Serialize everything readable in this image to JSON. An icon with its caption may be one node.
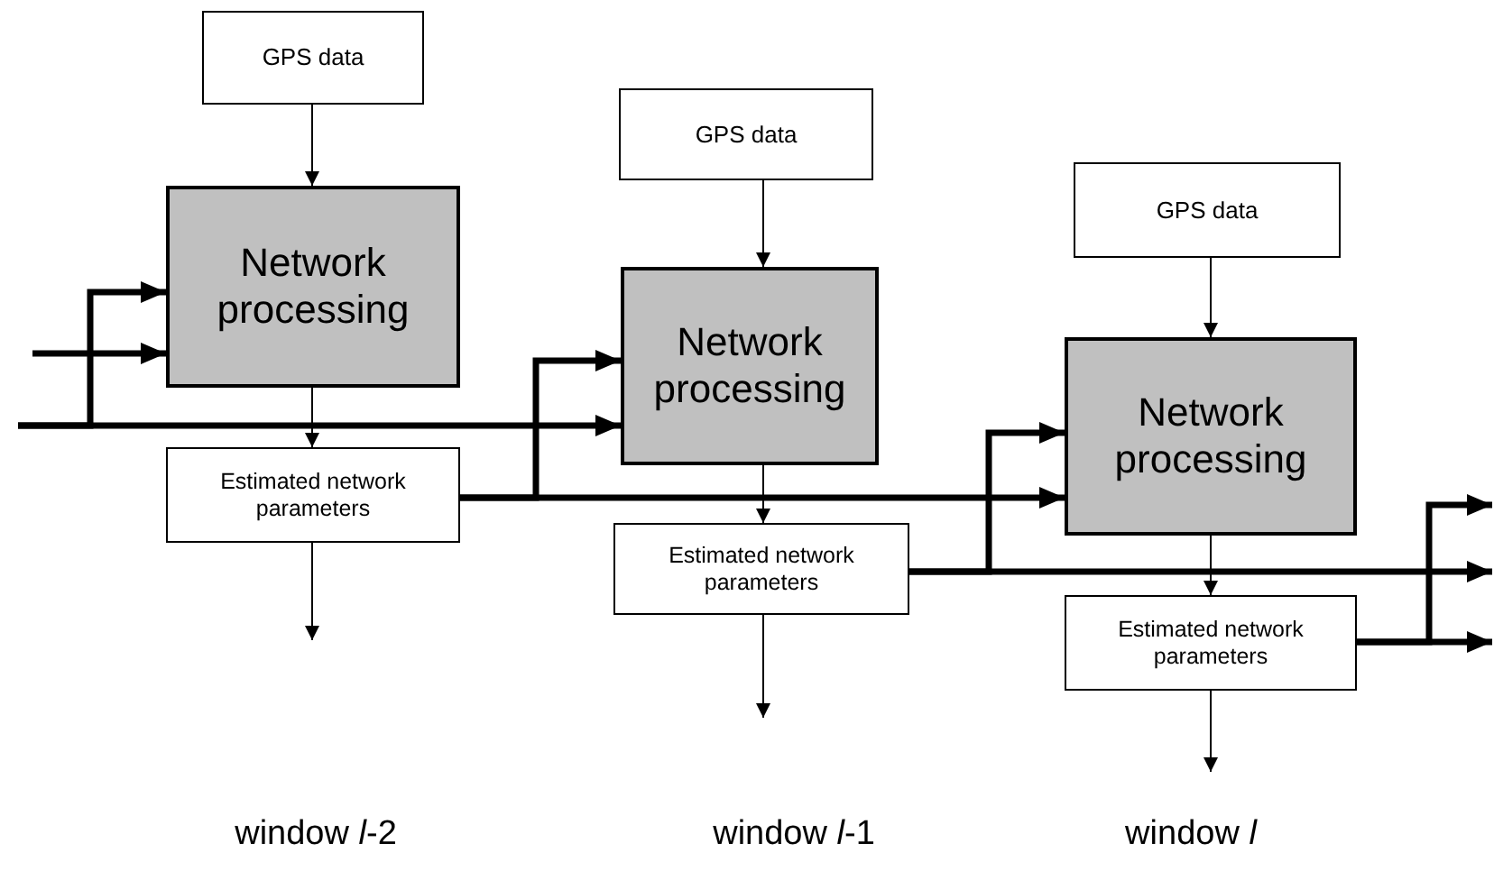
{
  "diagram": {
    "nodes": [
      {
        "text": [
          "GPS data"
        ]
      },
      {
        "text": [
          "Network processing"
        ]
      },
      {
        "text": [
          "Estimated network parameters"
        ]
      },
      {
        "text": [
          "GPS data"
        ]
      },
      {
        "text": [
          "Network processing"
        ]
      },
      {
        "text": [
          "Estimated network parameters"
        ]
      },
      {
        "text": [
          "GPS data"
        ]
      },
      {
        "text": [
          "Network processing"
        ]
      },
      {
        "text": [
          "Estimated network parameters"
        ]
      }
    ],
    "edges": [
      {
        "from": 0,
        "to": 1,
        "arrow": "to"
      },
      {
        "from": 1,
        "to": 2,
        "arrow": "to"
      },
      {
        "from": 2,
        "to": null,
        "arrow": "to"
      },
      {
        "from": 3,
        "to": 4,
        "arrow": "to"
      },
      {
        "from": 4,
        "to": 5,
        "arrow": "to"
      },
      {
        "from": 5,
        "to": null,
        "arrow": "to"
      },
      {
        "from": 6,
        "to": 7,
        "arrow": "to"
      },
      {
        "from": 7,
        "to": 8,
        "arrow": "to"
      },
      {
        "from": 8,
        "to": null,
        "arrow": "to"
      },
      {
        "from": null,
        "to": 1,
        "arrow": "to",
        "style": "thick"
      },
      {
        "from": null,
        "to": 1,
        "arrow": "to",
        "style": "thick"
      },
      {
        "from": null,
        "to": 4,
        "arrow": "to",
        "style": "thick"
      },
      {
        "from": 2,
        "to": 4,
        "arrow": "to",
        "style": "thick"
      },
      {
        "from": 2,
        "to": 7,
        "arrow": "to",
        "style": "thick"
      },
      {
        "from": 5,
        "to": 7,
        "arrow": "to",
        "style": "thick"
      },
      {
        "from": 5,
        "to": null,
        "arrow": "to",
        "style": "thick"
      },
      {
        "from": 8,
        "to": null,
        "arrow": "to",
        "style": "thick"
      },
      {
        "from": 8,
        "to": null,
        "arrow": "to",
        "style": "thick"
      }
    ],
    "labels": [
      "window *l*-2",
      "window *l*-1",
      "window *l*"
    ]
  }
}
